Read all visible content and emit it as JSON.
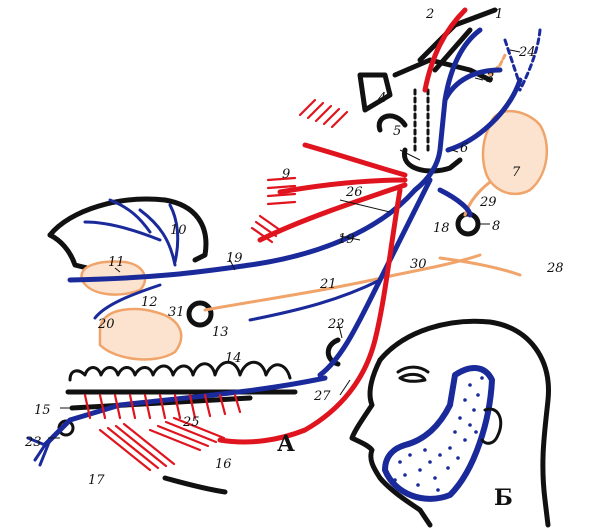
{
  "labels": {
    "n1": "1",
    "n2": "2",
    "n3": "3",
    "n4": "4",
    "n5": "5",
    "n6": "6",
    "n7": "7",
    "n8": "8",
    "n9": "9",
    "n10": "10",
    "n11": "11",
    "n12": "12",
    "n13": "13",
    "n14": "14",
    "n15": "15",
    "n16": "16",
    "n17": "17",
    "n18": "18",
    "n19a": "19",
    "n19b": "19",
    "n20": "20",
    "n21": "21",
    "n22": "22",
    "n23": "23",
    "n24": "24",
    "n25": "25",
    "n26": "26",
    "n27": "27",
    "n28": "28",
    "n29": "29",
    "n30": "30",
    "n31": "31"
  },
  "panels": {
    "a": "А",
    "b": "Б"
  },
  "colors": {
    "nerve_sensory": "#1a2a9a",
    "nerve_motor": "#e0141e",
    "autonomic": "#f0a46a",
    "bone_outline": "#111111"
  }
}
